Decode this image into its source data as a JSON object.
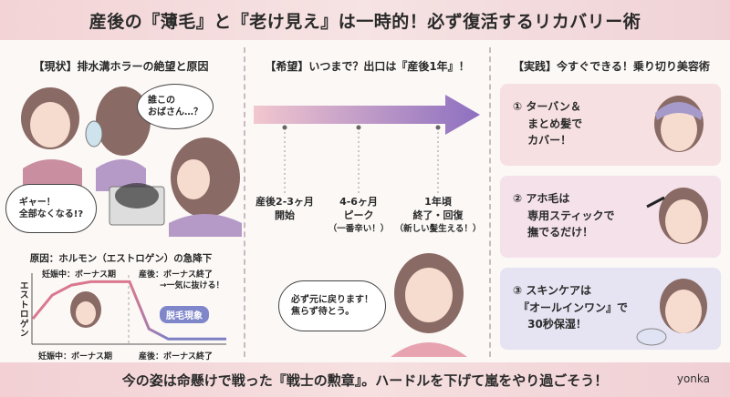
{
  "header": {
    "title": "産後の『薄毛』と『老け見え』は一時的！必ず復活するリカバリー術"
  },
  "col1": {
    "heading": "【現状】排水溝ホラーの絶望と原因",
    "bubble_thought": "誰この\nおばさん…？",
    "bubble_scream": "ギャー！\n全部なくなる!?",
    "chart_title": "原因：ホルモン（エストロゲン）の急降下",
    "chart_data": {
      "type": "line",
      "ylabel": "エストロゲン",
      "phases": [
        "妊娠中：ボーナス期",
        "産後：ボーナス終了"
      ],
      "top_labels": [
        "妊娠中：ボーナス期",
        "産後：ボーナス終了"
      ],
      "annotation": "→一気に抜ける！",
      "badge": "脱毛現象",
      "x": [
        0,
        1,
        2,
        3,
        4,
        5,
        6,
        7,
        8,
        9,
        10
      ],
      "y": [
        0.35,
        0.7,
        0.85,
        0.9,
        0.9,
        0.9,
        0.2,
        0.05,
        0.05,
        0.05,
        0.05
      ],
      "bottom_labels": [
        "妊娠中：ボーナス期",
        "産後：ボーナス終了"
      ]
    }
  },
  "col2": {
    "heading": "【希望】いつまで？出口は『産後1年』！",
    "milestones": [
      {
        "line1": "産後2-3ヶ月",
        "line2": "開始",
        "line3": ""
      },
      {
        "line1": "4-6ヶ月",
        "line2": "ピーク",
        "line3": "（一番辛い！）"
      },
      {
        "line1": "1年頃",
        "line2": "終了・回復",
        "line3": "（新しい髪生える！）"
      }
    ],
    "bubble": "必ず元に戻ります！\n焦らず待とう。"
  },
  "col3": {
    "heading": "【実践】今すぐできる！乗り切り美容術",
    "cards": [
      {
        "text": "① ターバン＆\n　 まとめ髪で\n　 カバー！",
        "color": "#f6e0e2"
      },
      {
        "text": "② アホ毛は\n　 専用スティックで\n　 撫でるだけ！",
        "color": "#f4e1ea"
      },
      {
        "text": "③ スキンケアは\n　『オールインワン』で\n　 30秒保湿！",
        "color": "#e6e3f2"
      }
    ]
  },
  "footer": {
    "message": "今の姿は命懸けで戦った『戦士の勲章』。ハードルを下げて嵐をやり過ごそう！",
    "signature": "yonka"
  }
}
